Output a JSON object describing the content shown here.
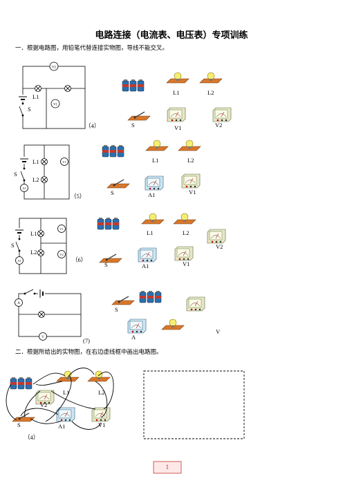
{
  "title": "电路连接（电流表、电压表）专项训练",
  "section1": "一．根据电路图，用铅笔代替连接实物图，导线不能交叉。",
  "section2": "二．根据所给出的实物图，在右边虚线框中画出电路图。",
  "problem4": {
    "num": "（4）",
    "L1": "L1",
    "S": "S",
    "L1b": "L1",
    "L2": "L2",
    "Sb": "S",
    "V1": "V1",
    "V2": "V2"
  },
  "problem5": {
    "num": "（5）",
    "L1": "L1",
    "L2": "L2",
    "S": "S",
    "L1b": "L1",
    "L2b": "L2",
    "Sb": "S",
    "A1": "A1",
    "V1": "V1"
  },
  "problem6": {
    "num": "（6）",
    "L1": "L1",
    "L2": "L2",
    "S": "S",
    "L1b": "L1",
    "L2b": "L2",
    "V2": "V2",
    "Sb": "S",
    "A1": "A1",
    "V1": "V1"
  },
  "problem7": {
    "num": "(7)",
    "S": "S",
    "A": "A",
    "V": "V"
  },
  "problem2_4": {
    "num": "（4）",
    "L1": "L1",
    "L2": "L2",
    "V2": "V2",
    "S": "S",
    "A1": "A1",
    "V1": "V1"
  },
  "page_number": "1"
}
